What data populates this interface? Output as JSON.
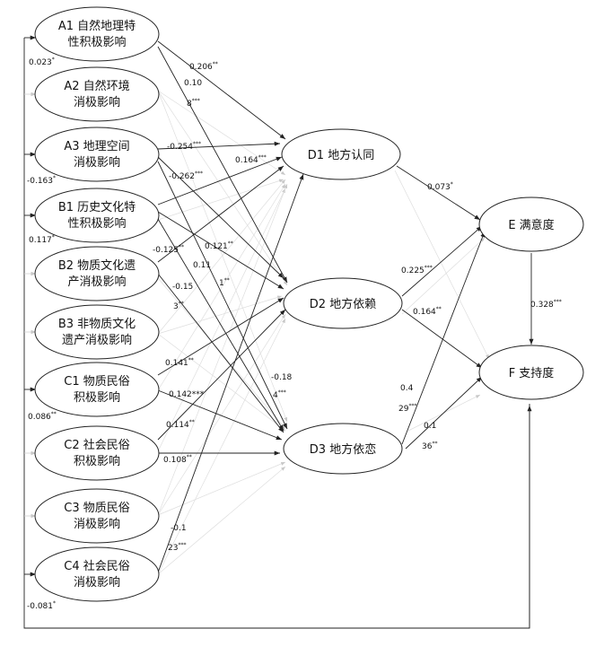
{
  "nodes": {
    "A1": {
      "lines": [
        "A1 自然地理特",
        "性积极影响"
      ]
    },
    "A2": {
      "lines": [
        "A2 自然环境",
        "消极影响"
      ]
    },
    "A3": {
      "lines": [
        "A3 地理空间",
        "消极影响"
      ]
    },
    "B1": {
      "lines": [
        "B1 历史文化特",
        "性积极影响"
      ]
    },
    "B2": {
      "lines": [
        "B2 物质文化遗",
        "产消极影响"
      ]
    },
    "B3": {
      "lines": [
        "B3 非物质文化",
        "遗产消极影响"
      ]
    },
    "C1": {
      "lines": [
        "C1 物质民俗",
        "积极影响"
      ]
    },
    "C2": {
      "lines": [
        "C2 社会民俗",
        "积极影响"
      ]
    },
    "C3": {
      "lines": [
        "C3 物质民俗",
        "消极影响"
      ]
    },
    "C4": {
      "lines": [
        "C4 社会民俗",
        "消极影响"
      ]
    },
    "D1": {
      "lines": [
        "D1 地方认同"
      ]
    },
    "D2": {
      "lines": [
        "D2 地方依赖"
      ]
    },
    "D3": {
      "lines": [
        "D3 地方依恋"
      ]
    },
    "E": {
      "lines": [
        "E 满意度"
      ]
    },
    "F": {
      "lines": [
        "F 支持度"
      ]
    }
  },
  "edge_labels": [
    {
      "id": "a1-d1",
      "text": "0.206",
      "sup": "**"
    },
    {
      "id": "a1-d2",
      "text": "0.10",
      "sup": ""
    },
    {
      "id": "a1-d2b",
      "text": "8",
      "sup": "***"
    },
    {
      "id": "a3-d1",
      "text": "-0.254",
      "sup": "***"
    },
    {
      "id": "a3-d2",
      "text": "-0.262",
      "sup": "***"
    },
    {
      "id": "b1-d1",
      "text": "0.164",
      "sup": "***"
    },
    {
      "id": "b1-d2",
      "text": "0.121",
      "sup": "**"
    },
    {
      "id": "b2-d1",
      "text": "-0.125",
      "sup": "**"
    },
    {
      "id": "b1-d3",
      "text": "0.11",
      "sup": ""
    },
    {
      "id": "b2-d2",
      "text": "-0.15",
      "sup": ""
    },
    {
      "id": "b2-d2b",
      "text": "3",
      "sup": "**"
    },
    {
      "id": "b1-d3b",
      "text": "1",
      "sup": "**"
    },
    {
      "id": "c1-d2",
      "text": "0.141",
      "sup": "**"
    },
    {
      "id": "c1-d3",
      "text": "0.142***",
      "sup": ""
    },
    {
      "id": "c2-d2",
      "text": "0.114",
      "sup": "**"
    },
    {
      "id": "c2-d3",
      "text": "0.108",
      "sup": "**"
    },
    {
      "id": "a3-d3",
      "text": "-0.18",
      "sup": ""
    },
    {
      "id": "a3-d3b",
      "text": "4",
      "sup": "***"
    },
    {
      "id": "c4-d1",
      "text": "-0.1",
      "sup": ""
    },
    {
      "id": "c4-d1b",
      "text": "23",
      "sup": "***"
    },
    {
      "id": "d1-e",
      "text": "0.073",
      "sup": "*"
    },
    {
      "id": "d2-e",
      "text": "0.225",
      "sup": "***"
    },
    {
      "id": "d2-f",
      "text": "0.164",
      "sup": "**"
    },
    {
      "id": "d3-e",
      "text": "0.4",
      "sup": ""
    },
    {
      "id": "d3-eb",
      "text": "29",
      "sup": "***"
    },
    {
      "id": "d3-f",
      "text": "0.1",
      "sup": ""
    },
    {
      "id": "d3-fb",
      "text": "36",
      "sup": "**"
    },
    {
      "id": "e-f",
      "text": "0.328",
      "sup": "***"
    },
    {
      "id": "f-a1",
      "text": "0.023",
      "sup": "*"
    },
    {
      "id": "f-a3",
      "text": "-0.163",
      "sup": "*"
    },
    {
      "id": "f-b1",
      "text": "0.117",
      "sup": "*"
    },
    {
      "id": "f-c1",
      "text": "0.086",
      "sup": "**"
    },
    {
      "id": "f-c4",
      "text": "-0.081",
      "sup": "*"
    }
  ]
}
